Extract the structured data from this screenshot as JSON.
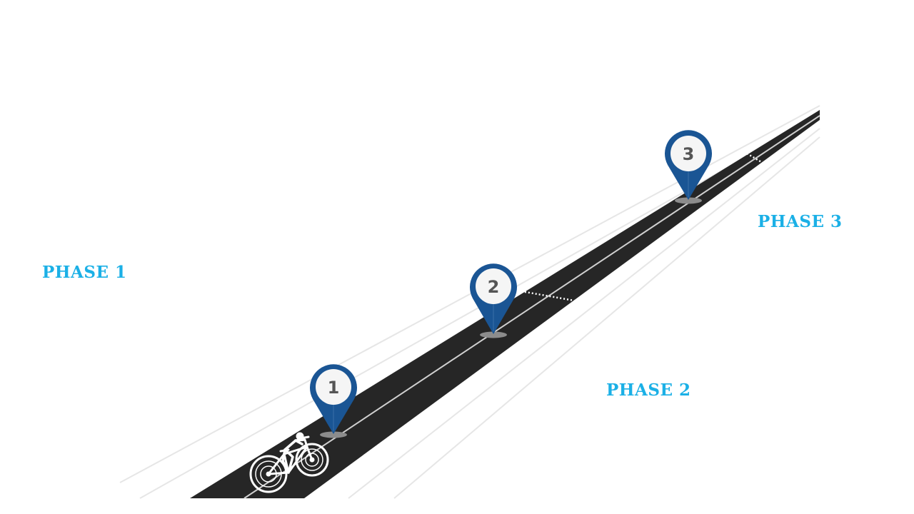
{
  "phases": [
    {
      "label": "PHASE 1"
    },
    {
      "label": "PHASE 2"
    },
    {
      "label": "PHASE 3"
    }
  ],
  "markers": [
    {
      "number": "1"
    },
    {
      "number": "2"
    },
    {
      "number": "3"
    }
  ],
  "colors": {
    "road": "#262626",
    "pin": "#1a5594",
    "phase_text": "#1bb0e6",
    "guide_lines": "#e6e6e6"
  },
  "icons": {
    "rider": "cyclist-icon",
    "marker": "map-pin-icon"
  }
}
